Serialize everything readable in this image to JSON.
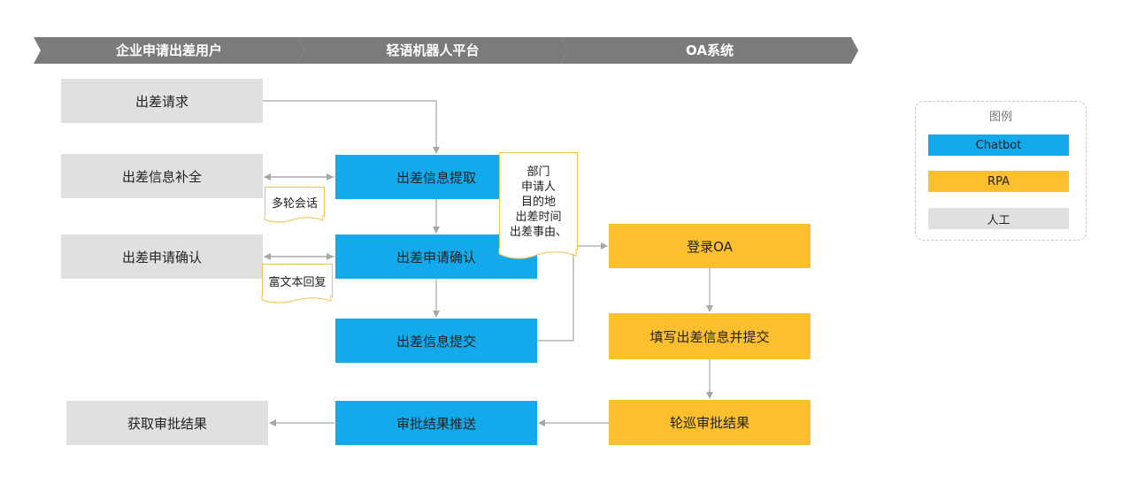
{
  "lanes": [
    "企业申请出差用户",
    "轻语机器人平台",
    "OA系统"
  ],
  "user_boxes": {
    "request": "出差请求",
    "supplement": "出差信息补全",
    "confirm": "出差申请确认",
    "result": "获取审批结果"
  },
  "bot_boxes": {
    "extract": "出差信息提取",
    "confirm": "出差申请确认",
    "submit": "出差信息提交",
    "push": "审批结果推送"
  },
  "oa_boxes": {
    "login": "登录OA",
    "fill": "填写出差信息并提交",
    "poll": "轮巡审批结果"
  },
  "notes": {
    "dialog": "多轮会话",
    "richtext": "富文本回复",
    "fields": [
      "部门",
      "申请人",
      "目的地",
      "出差时间",
      "出差事由、"
    ]
  },
  "legend": {
    "title": "图例",
    "items": [
      {
        "label": "Chatbot",
        "color": "#12aaeb"
      },
      {
        "label": "RPA",
        "color": "#fcc02e"
      },
      {
        "label": "人工",
        "color": "#e0e0e0"
      }
    ]
  },
  "colors": {
    "lane": "#7b7b7b",
    "human": "#e0e0e0",
    "chatbot": "#12aaeb",
    "rpa": "#fcc02e",
    "note_border": "#f3c14e",
    "arrow": "#a6a6a6"
  }
}
